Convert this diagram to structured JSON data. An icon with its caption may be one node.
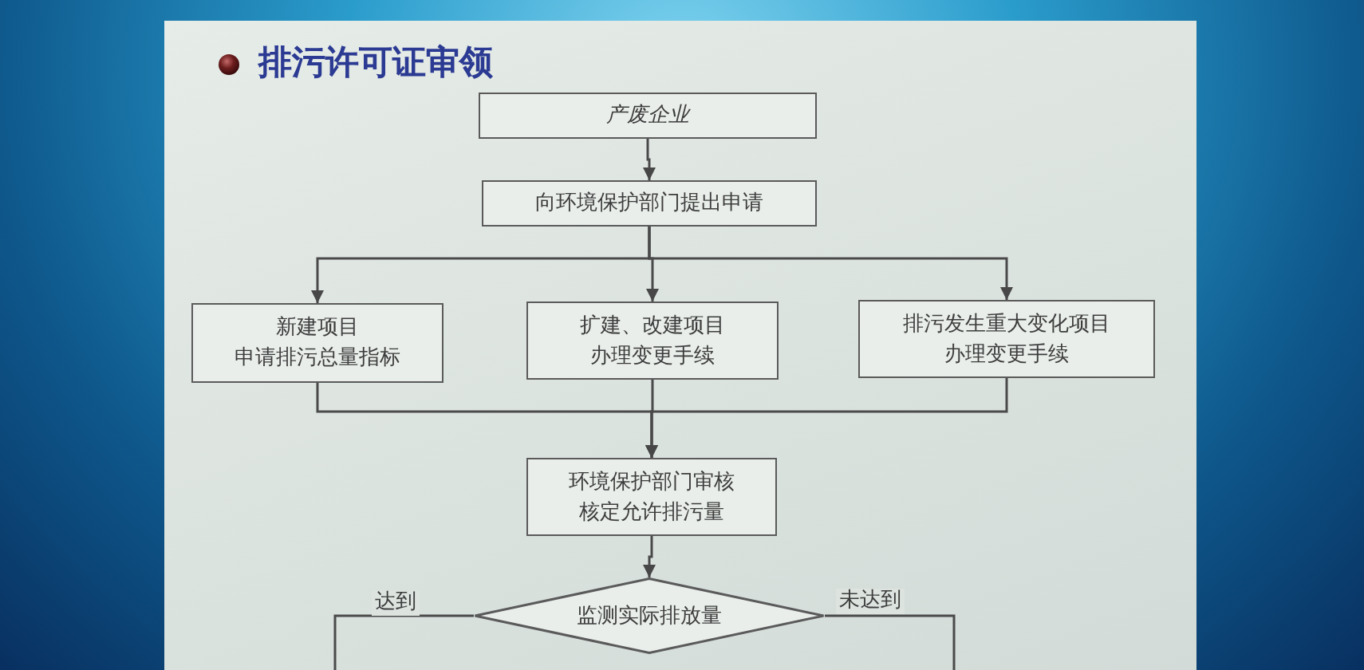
{
  "diagram": {
    "title": "排污许可证审领",
    "nodes": [
      {
        "text": [
          "产废企业"
        ]
      },
      {
        "text": [
          "向环境保护部门提出申请"
        ]
      },
      {
        "text": [
          "新建项目申请排污总量指标"
        ]
      },
      {
        "text": [
          "扩建、改建项目办理变更手续"
        ]
      },
      {
        "text": [
          "排污发生重大变化项目办理变更手续"
        ]
      },
      {
        "text": [
          "环境保护部门审核核定允许排污量"
        ]
      },
      {
        "text": [
          "监测实际排放量"
        ]
      }
    ],
    "edges": [
      {
        "from": 0,
        "to": 1,
        "arrow": "to"
      },
      {
        "from": 1,
        "to": 2,
        "arrow": "to"
      },
      {
        "from": 1,
        "to": 3,
        "arrow": "to"
      },
      {
        "from": 1,
        "to": 4,
        "arrow": "to"
      },
      {
        "from": 2,
        "to": 5,
        "arrow": "to"
      },
      {
        "from": 3,
        "to": 5,
        "arrow": "to"
      },
      {
        "from": 4,
        "to": 5,
        "arrow": "to"
      },
      {
        "from": 5,
        "to": 6,
        "arrow": "to"
      },
      {
        "from": 6,
        "to": null,
        "arrow": "none",
        "label": "达到"
      },
      {
        "from": 6,
        "to": null,
        "arrow": "none",
        "label": "未达到"
      }
    ]
  }
}
